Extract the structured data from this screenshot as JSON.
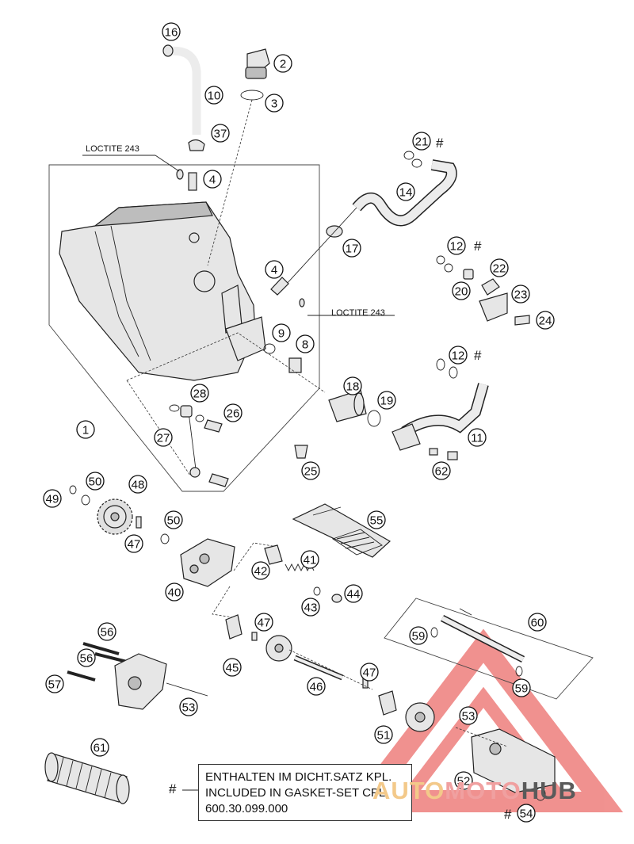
{
  "labels": {
    "loctite_top": "LOCTITE 243",
    "loctite_mid": "LOCTITE 243"
  },
  "note": {
    "hash": "#",
    "line1": "ENTHALTEN IM DICHT.SATZ KPL.",
    "line2": "INCLUDED IN GASKET-SET CPL.",
    "line3": "600.30.099.000"
  },
  "watermark": {
    "part1": "AUTO",
    "part2": "MOTO",
    "part3": "HUB",
    "colors": {
      "red": "#e53935",
      "orange": "#f0a030",
      "gray": "#555555"
    }
  },
  "callouts": [
    {
      "id": "c16",
      "n": "16"
    },
    {
      "id": "c2",
      "n": "2"
    },
    {
      "id": "c10",
      "n": "10"
    },
    {
      "id": "c3",
      "n": "3"
    },
    {
      "id": "c37",
      "n": "37"
    },
    {
      "id": "c4a",
      "n": "4"
    },
    {
      "id": "c21",
      "n": "21"
    },
    {
      "id": "c14",
      "n": "14"
    },
    {
      "id": "c17",
      "n": "17"
    },
    {
      "id": "c4b",
      "n": "4"
    },
    {
      "id": "c12a",
      "n": "12"
    },
    {
      "id": "c22",
      "n": "22"
    },
    {
      "id": "c20",
      "n": "20"
    },
    {
      "id": "c23",
      "n": "23"
    },
    {
      "id": "c24",
      "n": "24"
    },
    {
      "id": "c9",
      "n": "9"
    },
    {
      "id": "c8",
      "n": "8"
    },
    {
      "id": "c12b",
      "n": "12"
    },
    {
      "id": "c18",
      "n": "18"
    },
    {
      "id": "c28",
      "n": "28"
    },
    {
      "id": "c19",
      "n": "19"
    },
    {
      "id": "c1",
      "n": "1"
    },
    {
      "id": "c26",
      "n": "26"
    },
    {
      "id": "c11",
      "n": "11"
    },
    {
      "id": "c27",
      "n": "27"
    },
    {
      "id": "c25",
      "n": "25"
    },
    {
      "id": "c62",
      "n": "62"
    },
    {
      "id": "c50a",
      "n": "50"
    },
    {
      "id": "c48",
      "n": "48"
    },
    {
      "id": "c49",
      "n": "49"
    },
    {
      "id": "c55",
      "n": "55"
    },
    {
      "id": "c50b",
      "n": "50"
    },
    {
      "id": "c47a",
      "n": "47"
    },
    {
      "id": "c41",
      "n": "41"
    },
    {
      "id": "c42",
      "n": "42"
    },
    {
      "id": "c40",
      "n": "40"
    },
    {
      "id": "c43",
      "n": "43"
    },
    {
      "id": "c44",
      "n": "44"
    },
    {
      "id": "c60",
      "n": "60"
    },
    {
      "id": "c47b",
      "n": "47"
    },
    {
      "id": "c59a",
      "n": "59"
    },
    {
      "id": "c56a",
      "n": "56"
    },
    {
      "id": "c56b",
      "n": "56"
    },
    {
      "id": "c45",
      "n": "45"
    },
    {
      "id": "c47c",
      "n": "47"
    },
    {
      "id": "c59b",
      "n": "59"
    },
    {
      "id": "c57",
      "n": "57"
    },
    {
      "id": "c46",
      "n": "46"
    },
    {
      "id": "c53a",
      "n": "53"
    },
    {
      "id": "c53b",
      "n": "53"
    },
    {
      "id": "c51",
      "n": "51"
    },
    {
      "id": "c61",
      "n": "61"
    },
    {
      "id": "c52",
      "n": "52"
    },
    {
      "id": "c54",
      "n": "54"
    }
  ],
  "hash_marks": [
    "#",
    "#",
    "#",
    "#"
  ]
}
